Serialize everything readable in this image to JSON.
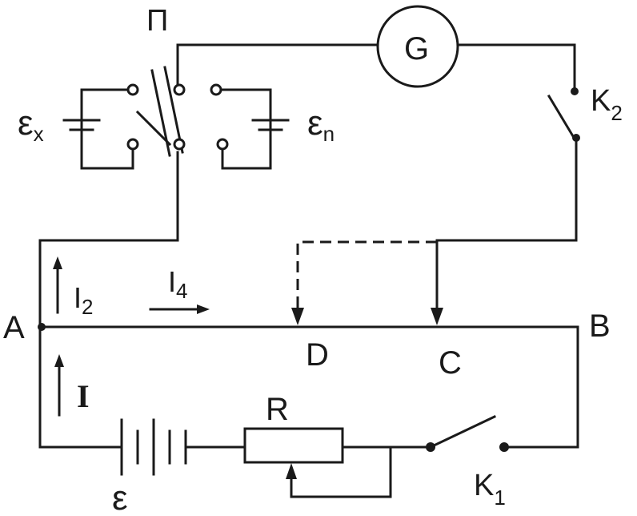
{
  "labels": {
    "switch": "П",
    "galvanometer": "G",
    "emf_x": "ε",
    "emf_x_sub": "x",
    "emf_n": "ε",
    "emf_n_sub": "n",
    "key2": "K",
    "key2_sub": "2",
    "current2": "I",
    "current2_sub": "2",
    "current4": "I",
    "current4_sub": "4",
    "current": "I",
    "point_a": "A",
    "point_b": "B",
    "point_d": "D",
    "point_c": "C",
    "resistor": "R",
    "emf": "ε",
    "key1": "K",
    "key1_sub": "1"
  },
  "colors": {
    "stroke": "#1a1a1a",
    "background": "#ffffff"
  }
}
